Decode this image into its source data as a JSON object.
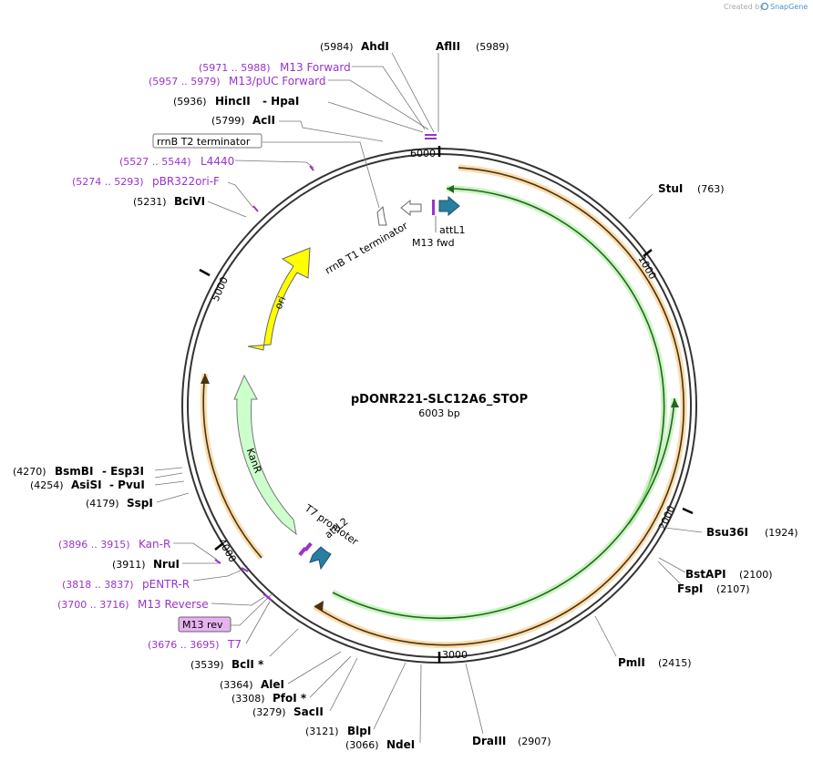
{
  "credit": {
    "created_by": "Created by",
    "brand": "SnapGene"
  },
  "plasmid": {
    "name": "pDONR221-SLC12A6_STOP",
    "size": "6003 bp"
  },
  "ticks": [
    "6000",
    "1000",
    "2000",
    "3000",
    "4000",
    "5000"
  ],
  "features": {
    "ori": "ori",
    "kanr": "KanR",
    "rrnb_t1": "rrnB T1 terminator",
    "attl1": "attL1",
    "m13fwd": "M13 fwd",
    "t7promoter": "T7 promoter",
    "attl2": "attL2"
  },
  "sites": {
    "ahdi": {
      "pos": "(5984)",
      "name": "AhdI"
    },
    "aflii": {
      "pos": "(5989)",
      "name": "AflII"
    },
    "hincii": {
      "pos": "(5936)",
      "name": "HincII",
      "alt": "-  HpaI"
    },
    "acli": {
      "pos": "(5799)",
      "name": "AclI"
    },
    "bcivi": {
      "pos": "(5231)",
      "name": "BciVI"
    },
    "stui": {
      "pos": "(763)",
      "name": "StuI"
    },
    "bsmbi": {
      "pos": "(4270)",
      "name": "BsmBI",
      "alt": "-  Esp3I"
    },
    "asisi": {
      "pos": "(4254)",
      "name": "AsiSI",
      "alt": "-  PvuI"
    },
    "sspi": {
      "pos": "(4179)",
      "name": "SspI"
    },
    "nrui": {
      "pos": "(3911)",
      "name": "NruI"
    },
    "bsu36i": {
      "pos": "(1924)",
      "name": "Bsu36I"
    },
    "bstapi": {
      "pos": "(2100)",
      "name": "BstAPI"
    },
    "fspi": {
      "pos": "(2107)",
      "name": "FspI"
    },
    "pmli": {
      "pos": "(2415)",
      "name": "PmlI"
    },
    "bcli": {
      "pos": "(3539)",
      "name": "BclI *"
    },
    "alei": {
      "pos": "(3364)",
      "name": "AleI"
    },
    "pfoi": {
      "pos": "(3308)",
      "name": "PfoI *"
    },
    "sacii": {
      "pos": "(3279)",
      "name": "SacII"
    },
    "blpi": {
      "pos": "(3121)",
      "name": "BlpI"
    },
    "ndei": {
      "pos": "(3066)",
      "name": "NdeI"
    },
    "draiii": {
      "pos": "(2907)",
      "name": "DraIII"
    }
  },
  "primers": {
    "m13forward": {
      "range": "(5971 .. 5988)",
      "name": "M13 Forward"
    },
    "m13puc": {
      "range": "(5957 .. 5979)",
      "name": "M13/pUC Forward"
    },
    "l4440": {
      "range": "(5527 .. 5544)",
      "name": "L4440"
    },
    "pbr322": {
      "range": "(5274 .. 5293)",
      "name": "pBR322ori-F"
    },
    "kanr": {
      "range": "(3896 .. 3915)",
      "name": "Kan-R"
    },
    "pentr": {
      "range": "(3818 .. 3837)",
      "name": "pENTR-R"
    },
    "m13rev": {
      "range": "(3700 .. 3716)",
      "name": "M13 Reverse"
    },
    "t7": {
      "range": "(3676 .. 3695)",
      "name": "T7"
    }
  },
  "boxed_labels": {
    "rrnb_t2": "rrnB T2 terminator",
    "m13rev": "M13 rev"
  },
  "colors": {
    "primer": "#9933cc",
    "orange_feature": "#f0a030",
    "green_feature": "#22aa22",
    "ori_fill": "#ffff00",
    "kanr_fill": "#ccffcc",
    "att_fill": "#2a7fa0",
    "backbone": "#333333"
  }
}
